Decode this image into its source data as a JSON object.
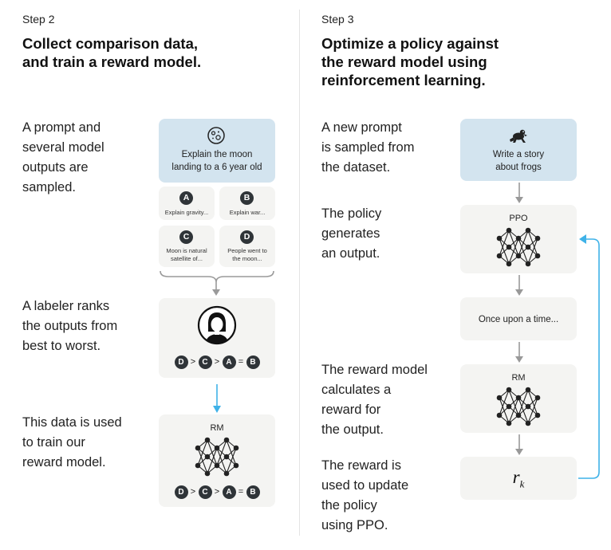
{
  "step2": {
    "step_label": "Step 2",
    "heading": [
      "Collect comparison data,",
      "and train a reward model."
    ],
    "desc1": [
      "A prompt and",
      "several model",
      "outputs are",
      "sampled."
    ],
    "desc2": [
      "A labeler ranks",
      "the outputs from",
      "best to worst."
    ],
    "desc3": [
      "This data is used",
      "to train our",
      "reward model."
    ],
    "prompt_card": {
      "icon": "moon-icon",
      "text": [
        "Explain the moon",
        "landing to a 6 year old"
      ]
    },
    "outputs": [
      {
        "letter": "A",
        "text": [
          "Explain gravity..."
        ]
      },
      {
        "letter": "B",
        "text": [
          "Explain war..."
        ]
      },
      {
        "letter": "C",
        "text": [
          "Moon is natural",
          "satellite of..."
        ]
      },
      {
        "letter": "D",
        "text": [
          "People went to",
          "the moon..."
        ]
      }
    ],
    "labeler_icon": "person-avatar-icon",
    "ranking": [
      "D",
      ">",
      "C",
      ">",
      "A",
      "=",
      "B"
    ],
    "rm_card": {
      "label": "RM",
      "icon": "neural-network-icon"
    }
  },
  "step3": {
    "step_label": "Step 3",
    "heading": [
      "Optimize a policy against",
      "the reward model using",
      "reinforcement learning."
    ],
    "desc1": [
      "A new prompt",
      "is sampled from",
      "the dataset."
    ],
    "desc2": [
      "The policy",
      "generates",
      "an output."
    ],
    "desc3": [
      "The reward model",
      "calculates a",
      "reward for",
      "the output."
    ],
    "desc4": [
      "The reward is",
      "used to update",
      "the policy",
      "using PPO."
    ],
    "prompt_card": {
      "icon": "frog-icon",
      "text": [
        "Write a story",
        "about frogs"
      ]
    },
    "ppo_card": {
      "label": "PPO",
      "icon": "neural-network-icon"
    },
    "output_card": {
      "text": "Once upon a time..."
    },
    "rm_card": {
      "label": "RM",
      "icon": "neural-network-icon"
    },
    "reward_card": {
      "symbol": "r",
      "subscript": "k"
    }
  },
  "colors": {
    "blue_card": "#d3e4ef",
    "gray_card": "#f4f4f2",
    "badge": "#2f3438",
    "feedback_arrow": "#3fb2e8",
    "arrow": "#999999"
  }
}
